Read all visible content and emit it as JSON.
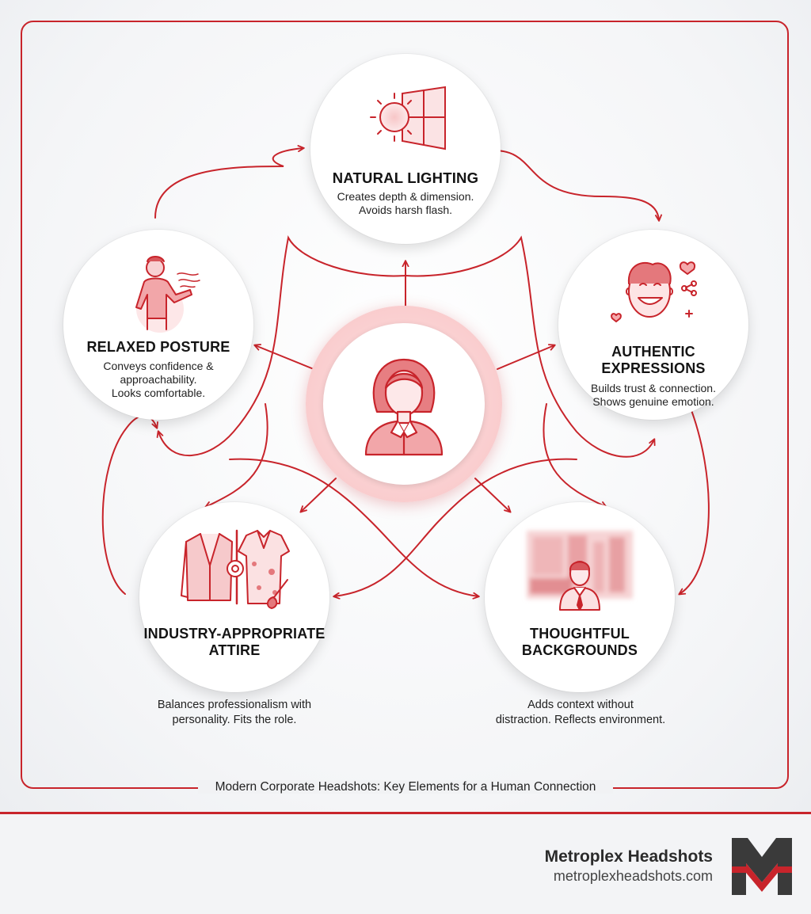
{
  "caption": "Modern Corporate Headshots: Key Elements for a Human Connection",
  "nodes": {
    "natural_lighting": {
      "title": "NATURAL LIGHTING",
      "desc_lines": [
        "Creates depth & dimension.",
        "Avoids harsh flash."
      ],
      "icon": "sun-window-icon"
    },
    "relaxed_posture": {
      "title": "RELAXED POSTURE",
      "desc_lines": [
        "Conveys confidence &",
        "approachability.",
        "Looks comfortable."
      ],
      "icon": "relaxed-person-icon"
    },
    "authentic_expressions": {
      "title_lines": [
        "AUTHENTIC",
        "EXPRESSIONS"
      ],
      "desc_lines": [
        "Builds trust & connection.",
        "Shows genuine emotion."
      ],
      "icon": "smiling-face-icon"
    },
    "industry_attire": {
      "title_lines": [
        "INDUSTRY-APPROPRIATE",
        "ATTIRE"
      ],
      "desc_lines": [
        "Balances professionalism with",
        "personality. Fits the role."
      ],
      "icon": "attire-icon"
    },
    "thoughtful_backgrounds": {
      "title_lines": [
        "THOUGHTFUL",
        "BACKGROUNDS"
      ],
      "desc_lines": [
        "Adds context without",
        "distraction. Reflects environment."
      ],
      "icon": "office-background-icon"
    }
  },
  "center": {
    "icon": "professional-woman-icon"
  },
  "footer": {
    "brand_name": "Metroplex Headshots",
    "brand_url": "metroplexheadshots.com",
    "logo_icon": "metroplex-m-logo-icon"
  },
  "colors": {
    "accent": "#c8242b",
    "soft_accent": "#f4b9bb",
    "text": "#141414",
    "background": "#f3f4f6"
  }
}
